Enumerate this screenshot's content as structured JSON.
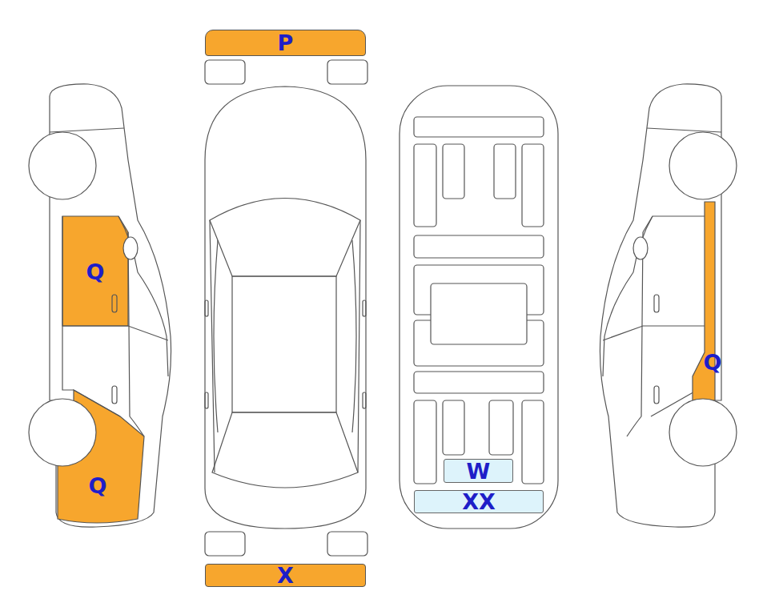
{
  "diagram": {
    "nodes": [
      {
        "text": [
          "P"
        ]
      },
      {
        "text": [
          "Q"
        ]
      },
      {
        "text": [
          "Q"
        ]
      },
      {
        "text": [
          "X"
        ]
      },
      {
        "text": [
          "W"
        ]
      },
      {
        "text": [
          "XX"
        ]
      },
      {
        "text": [
          "Q"
        ]
      }
    ]
  }
}
